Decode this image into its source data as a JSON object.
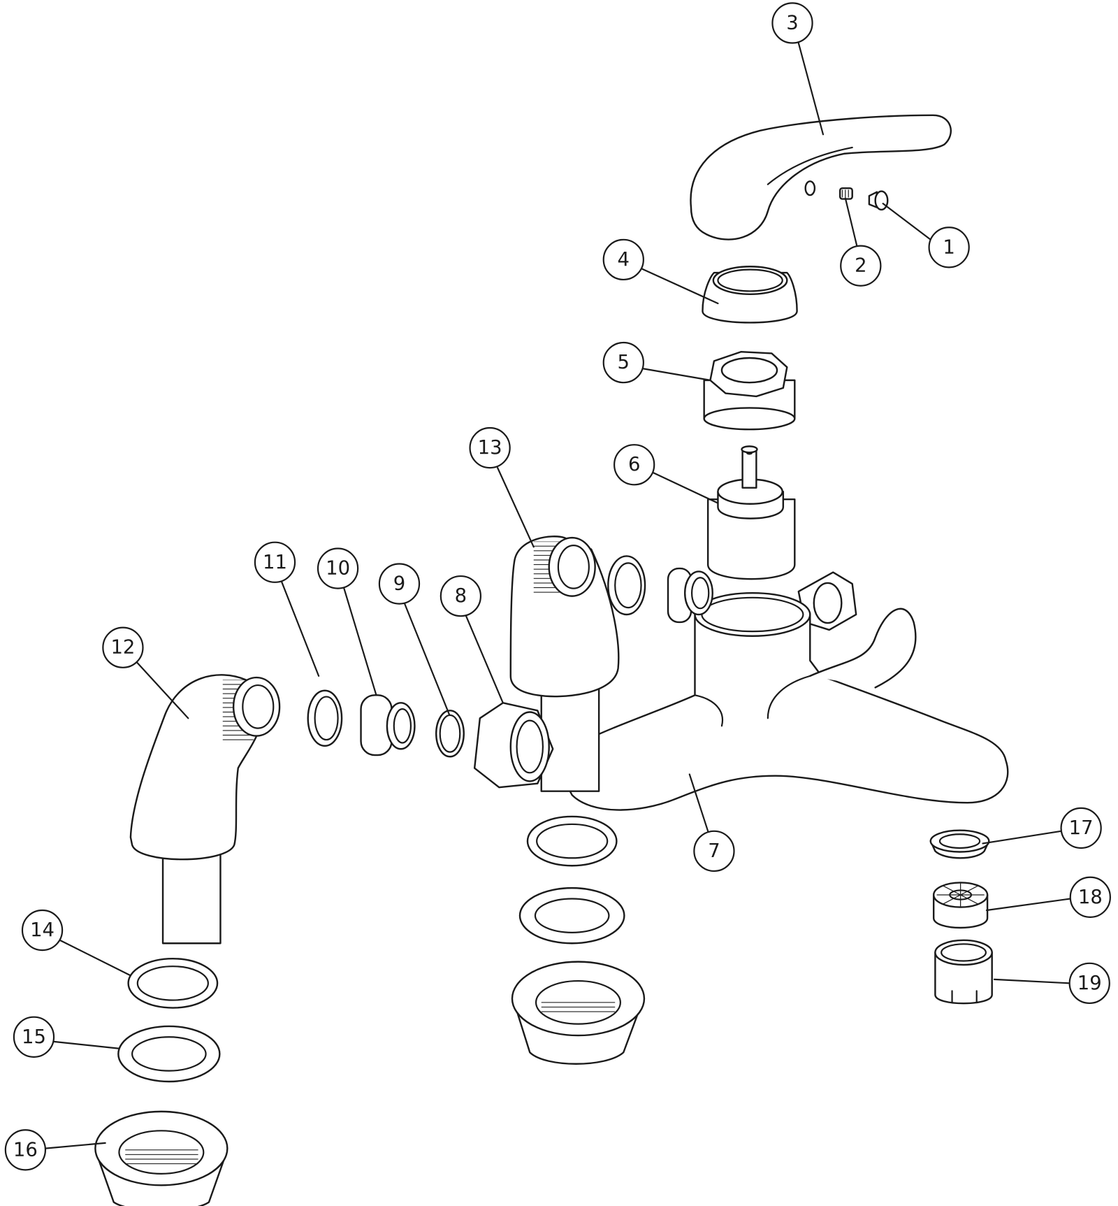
{
  "diagram": {
    "type": "exploded-parts-view",
    "line_color": "#1a1a1a",
    "background": "#ffffff",
    "callouts": [
      "1",
      "2",
      "3",
      "4",
      "5",
      "6",
      "7",
      "8",
      "9",
      "10",
      "11",
      "12",
      "13",
      "14",
      "15",
      "16",
      "17",
      "18",
      "19"
    ]
  }
}
